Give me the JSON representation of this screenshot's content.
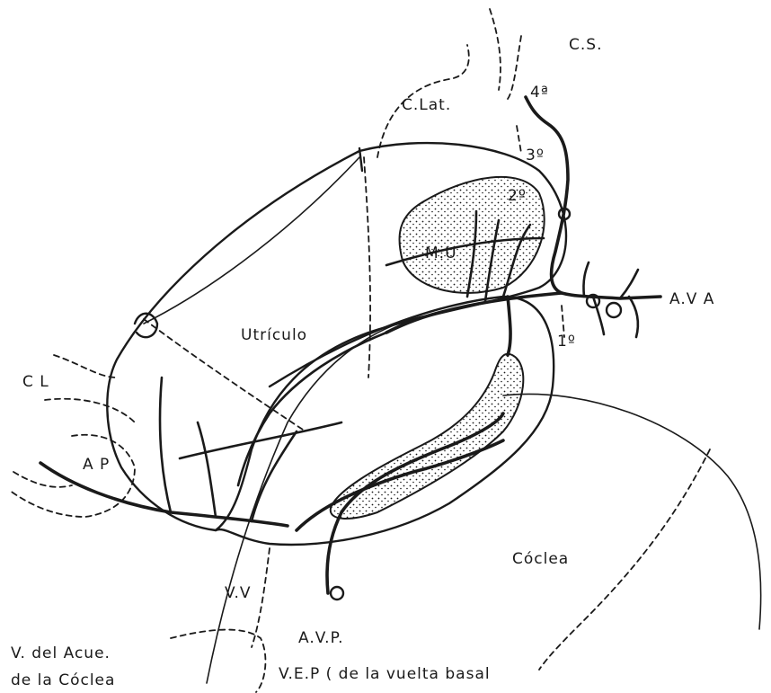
{
  "labels": {
    "cs": "C.S.",
    "clat": "C.Lat.",
    "fourth": "4ª",
    "third": "3º",
    "second": "2º",
    "mu": "M.U",
    "ava": "A.V A",
    "first": "1º",
    "utriculo": "Utrículo",
    "cl": "C L",
    "ap": "A P",
    "coclea": "Cóclea",
    "vv": "V.V",
    "avp": "A.V.P.",
    "vac_line1": "V. del  Acue.",
    "vac_line2": "de la Cóclea",
    "vep": "V.E.P ( de la vuelta basal"
  },
  "colors": {
    "ink": "#1a1a1a",
    "paper": "#ffffff",
    "stipple": "#1a1a1a"
  }
}
